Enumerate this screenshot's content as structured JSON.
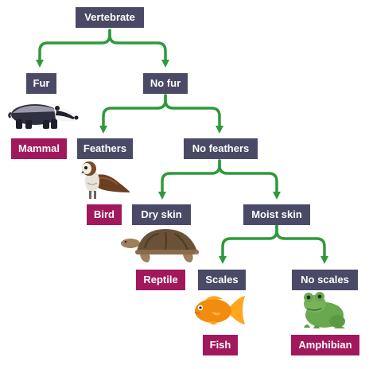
{
  "labels": {
    "vertebrate": "Vertebrate",
    "fur": "Fur",
    "no_fur": "No fur",
    "mammal": "Mammal",
    "feathers": "Feathers",
    "no_feathers": "No feathers",
    "bird": "Bird",
    "dry_skin": "Dry skin",
    "moist_skin": "Moist skin",
    "reptile": "Reptile",
    "scales": "Scales",
    "no_scales": "No scales",
    "fish": "Fish",
    "amphibian": "Amphibian"
  },
  "images": [
    "badger",
    "owl",
    "tortoise",
    "goldfish",
    "frog"
  ],
  "colors": {
    "question_box": "#4a4a66",
    "group_box": "#a2185c",
    "connector": "#2e9a3a",
    "text": "#ffffff"
  }
}
